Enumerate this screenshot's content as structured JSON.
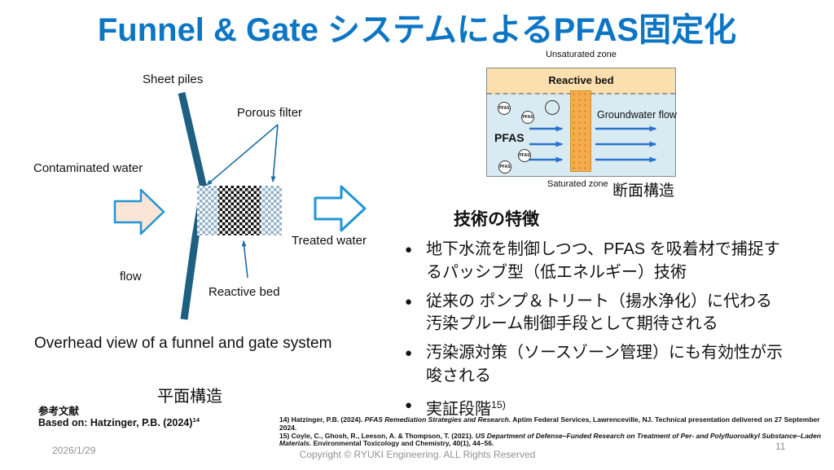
{
  "slide": {
    "title": "Funnel & Gate システムによるPFAS固定化",
    "date": "2026/1/29",
    "copyright": "Copyright © RYUKI Engineering. ALL Rights Reserved",
    "page_number": "11"
  },
  "plan_diagram": {
    "labels": {
      "sheet_piles": "Sheet piles",
      "porous_filter": "Porous filter",
      "contaminated_water": "Contaminated water",
      "treated_water": "Treated water",
      "flow": "flow",
      "reactive_bed": "Reactive bed"
    },
    "caption": "Overhead view of a funnel and gate system",
    "structure_label": "平面構造",
    "references_heading": "参考文献",
    "based_on": "Based on: Hatzinger, P.B. (2024)",
    "based_on_sup": "14"
  },
  "section_diagram": {
    "labels": {
      "unsaturated_zone": "Unsaturated zone",
      "reactive_bed": "Reactive bed",
      "pfas": "PFAS",
      "groundwater_flow": "Groundwater flow",
      "saturated_zone": "Saturated zone"
    },
    "particle_label": "PFAS",
    "structure_label": "断面構造"
  },
  "features": {
    "heading": "技術の特徴",
    "bullet": "●",
    "items": [
      {
        "text": "地下水流を制御しつつ、PFAS を吸着材で捕捉するパッシブ型（低エネルギー）技術",
        "sup": ""
      },
      {
        "text": "従来の ポンプ＆トリート（揚水浄化）に代わる汚染プルーム制御手段として期待される",
        "sup": ""
      },
      {
        "text": "汚染源対策（ソースゾーン管理）にも有効性が示唆される",
        "sup": ""
      },
      {
        "text": "実証段階",
        "sup": "15)"
      }
    ]
  },
  "references": {
    "items": [
      {
        "pre": "14) Hatzinger, P.B. (2024). ",
        "title": "PFAS Remediation Strategies and Research.",
        "post": " Aptim Federal Services, Lawrenceville, NJ. Technical presentation delivered on 27 September 2024."
      },
      {
        "pre": "15) Coyle, C., Ghosh, R., Leeson, A. & Thompson, T. (2021). ",
        "title": "US Department of Defense–Funded Research on Treatment of Per- and Polyfluoroalkyl Substance–Laden Materials.",
        "post": " Environmental Toxicology and Chemistry, 40(1), 44–56."
      }
    ]
  },
  "colors": {
    "title_blue": "#0d76c4",
    "arrow_outline_blue": "#2196d6",
    "sheet_pile_teal": "#1e5f82",
    "porous_filter_blue": "#8fafc8",
    "pointer_line_teal": "#1c6ea0",
    "contaminated_fill": "#fbe5d6",
    "unsaturated_tan": "#fbdfae",
    "saturated_blue": "#d9ebf2",
    "reactive_column_orange": "#f5ad4b",
    "flow_arrow_blue": "#2b72cc",
    "footer_gray": "#929292"
  }
}
